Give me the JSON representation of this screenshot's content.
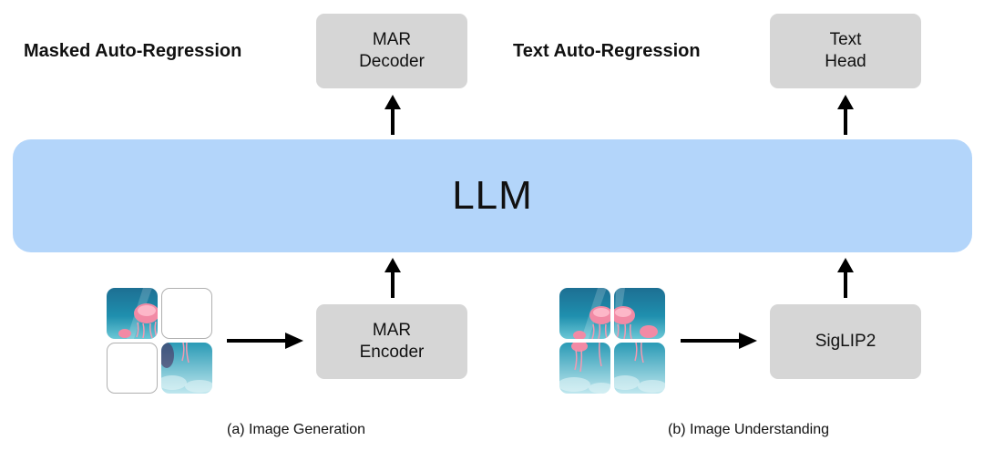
{
  "headings": {
    "left": "Masked Auto-Regression",
    "right": "Text Auto-Regression"
  },
  "boxes": {
    "mar_decoder": [
      "MAR",
      "Decoder"
    ],
    "text_head": [
      "Text",
      "Head"
    ],
    "mar_encoder": [
      "MAR",
      "Encoder"
    ],
    "siglip2": [
      "SigLIP2"
    ]
  },
  "llm": {
    "label": "LLM"
  },
  "captions": {
    "left": "(a) Image Generation",
    "right": "(b) Image Understanding"
  },
  "colors": {
    "llm_fill": "#b3d5fa",
    "box_fill": "#d6d6d6",
    "arrow": "#000000"
  },
  "images": {
    "generation_grid": {
      "tiles": [
        "jellyfish-top-left",
        "masked",
        "masked",
        "jellyfish-bottom-right"
      ]
    },
    "understanding_grid": {
      "tiles": [
        "jellyfish-top-left",
        "jellyfish-top-right",
        "jellyfish-bottom-left",
        "jellyfish-bottom-right"
      ]
    }
  }
}
